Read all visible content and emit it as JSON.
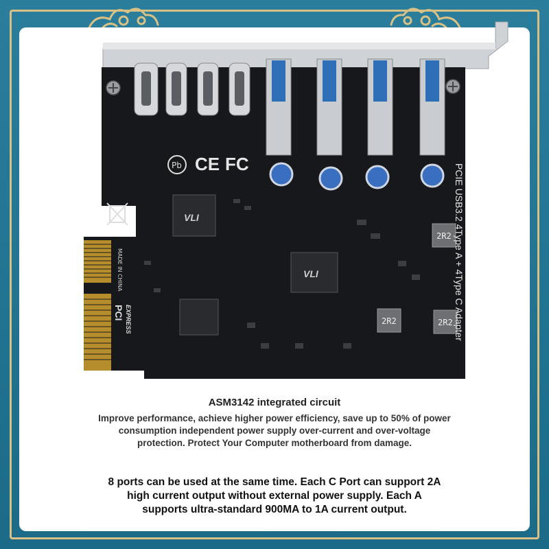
{
  "frame": {
    "accent": "#1e6e8c",
    "gold": "#d9c186",
    "board": "#17181b"
  },
  "board": {
    "side_label": "PCIE USB3.2 4Type A + 4Type C Adapter",
    "chip_brand": "VLI",
    "inductor_label": "2R2",
    "made_in": "MADE IN CHINA",
    "pci_logo": "PCI",
    "express_logo": "EXPRESS",
    "fc_mark": "FC",
    "ce_mark": "CE"
  },
  "caption": {
    "heading": "ASM3142 integrated circuit",
    "para1": [
      "Improve performance, achieve higher power efficiency, save up to 50% of power",
      "consumption independent power supply over-current and over-voltage",
      "protection. Protect Your Computer motherboard from damage."
    ],
    "para2": [
      "8 ports can be used at the same time. Each C Port can support 2A",
      "high current output without external power supply. Each A",
      "supports ultra-standard 900MA to 1A current output."
    ]
  }
}
